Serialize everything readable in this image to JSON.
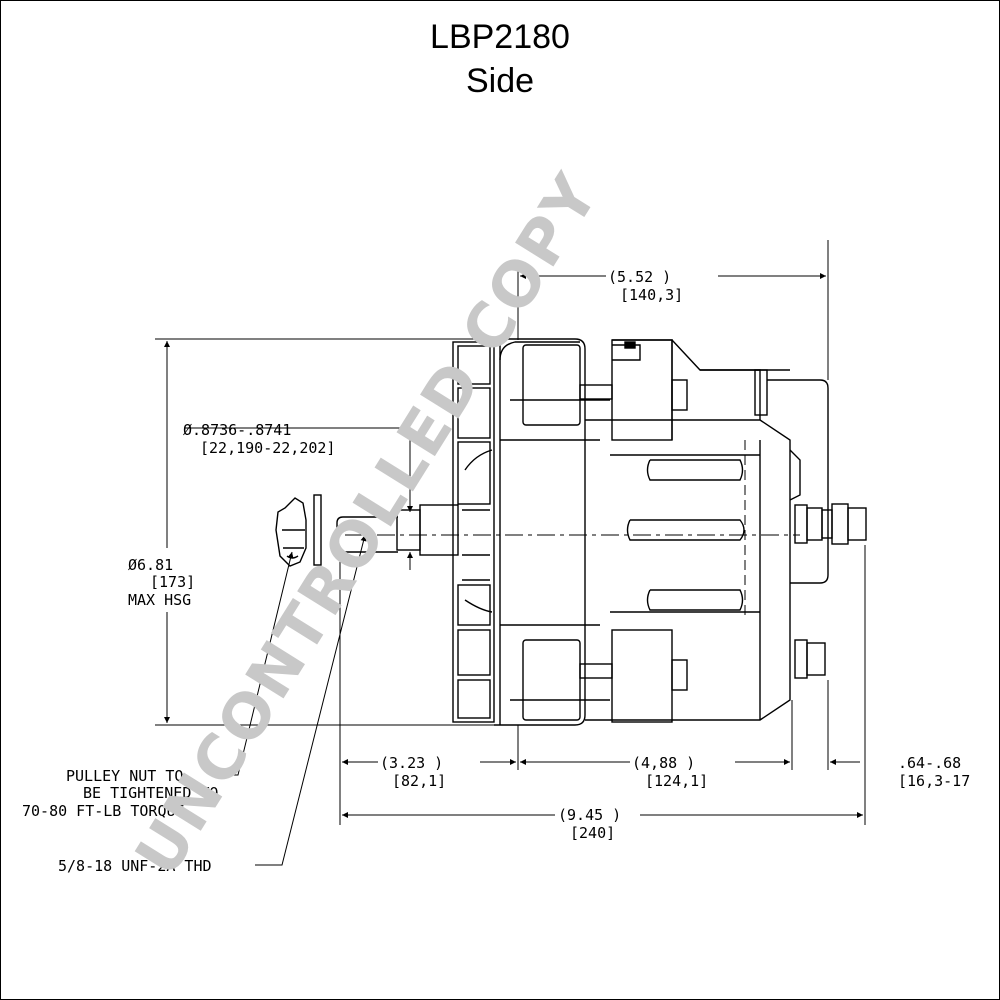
{
  "title": "LBP2180",
  "subtitle": "Side",
  "watermark": "UNCONTROLLED COPY",
  "dims": {
    "overall_top": "(5.52     )",
    "overall_top_mm": "[140,3]",
    "shaft_dia": "Ø.8736-.8741",
    "shaft_dia_mm": "[22,190-22,202]",
    "hsg_dia": "Ø6.81",
    "hsg_dia_mm": "[173]",
    "hsg_note": "MAX HSG",
    "left_len": "(3.23     )",
    "left_len_mm": "[82,1]",
    "mid_len": "(4,88     )",
    "mid_len_mm": "[124,1]",
    "right_len": ".64-.68",
    "right_len_mm": "[16,3-17",
    "total_len": "(9.45     )",
    "total_len_mm": "[240]"
  },
  "notes": {
    "pulley_1": "PULLEY NUT TO",
    "pulley_2": "BE TIGHTENED TO",
    "pulley_3": "70-80 FT-LB TORQUE",
    "thread": "5/8-18 UNF-2A THD"
  }
}
